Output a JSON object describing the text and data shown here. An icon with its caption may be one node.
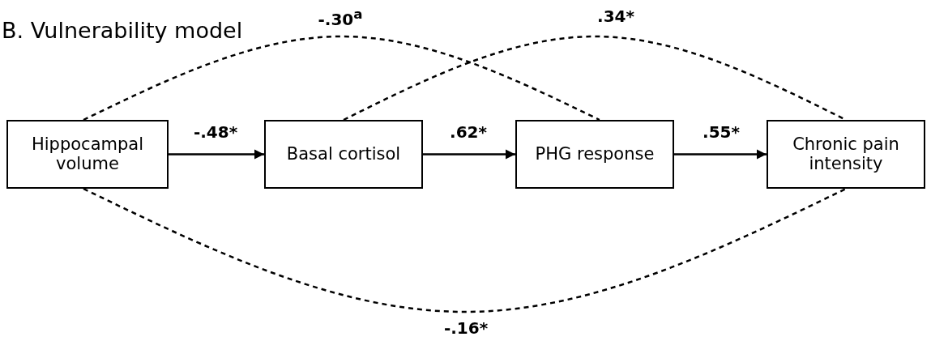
{
  "diagram": {
    "title": "B. Vulnerability model",
    "nodes": [
      {
        "text": [
          "Hippocampal volume"
        ]
      },
      {
        "text": [
          "Basal cortisol"
        ]
      },
      {
        "text": [
          "PHG response"
        ]
      },
      {
        "text": [
          "Chronic pain intensity"
        ]
      }
    ],
    "edges": [
      {
        "from": 0,
        "to": 1,
        "arrow": "to",
        "label": "-.48*"
      },
      {
        "from": 1,
        "to": 2,
        "arrow": "to",
        "label": ".62*"
      },
      {
        "from": 2,
        "to": 3,
        "arrow": "to",
        "label": ".55*"
      },
      {
        "from": 0,
        "to": 2,
        "arrow": "none",
        "label": "-.30$^{a}$",
        "style": "dashed"
      },
      {
        "from": 1,
        "to": 3,
        "arrow": "none",
        "label": ".34*",
        "style": "dashed"
      },
      {
        "from": 0,
        "to": 3,
        "arrow": "none",
        "label": "-.16*",
        "style": "dashed"
      }
    ]
  }
}
